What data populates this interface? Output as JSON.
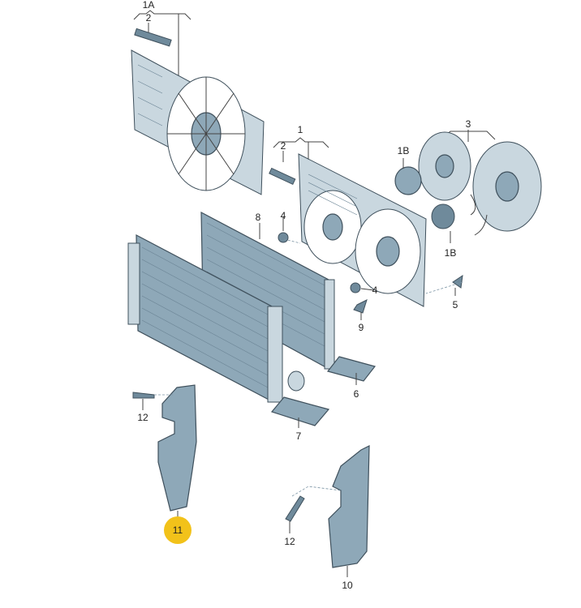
{
  "diagram": {
    "highlight_color": "#f2c21a",
    "part_color": "#8ea8b8",
    "callouts": [
      {
        "id": "c1A",
        "text": "1A"
      },
      {
        "id": "c2a",
        "text": "2"
      },
      {
        "id": "c1",
        "text": "1"
      },
      {
        "id": "c2b",
        "text": "2"
      },
      {
        "id": "c3",
        "text": "3"
      },
      {
        "id": "c1Ba",
        "text": "1B"
      },
      {
        "id": "c1Bb",
        "text": "1B"
      },
      {
        "id": "c8",
        "text": "8"
      },
      {
        "id": "c4a",
        "text": "4"
      },
      {
        "id": "c4b",
        "text": "4"
      },
      {
        "id": "c5",
        "text": "5"
      },
      {
        "id": "c9",
        "text": "9"
      },
      {
        "id": "c6",
        "text": "6"
      },
      {
        "id": "c7",
        "text": "7"
      },
      {
        "id": "c12a",
        "text": "12"
      },
      {
        "id": "c11",
        "text": "11",
        "highlighted": true
      },
      {
        "id": "c12b",
        "text": "12"
      },
      {
        "id": "c10",
        "text": "10"
      }
    ]
  }
}
